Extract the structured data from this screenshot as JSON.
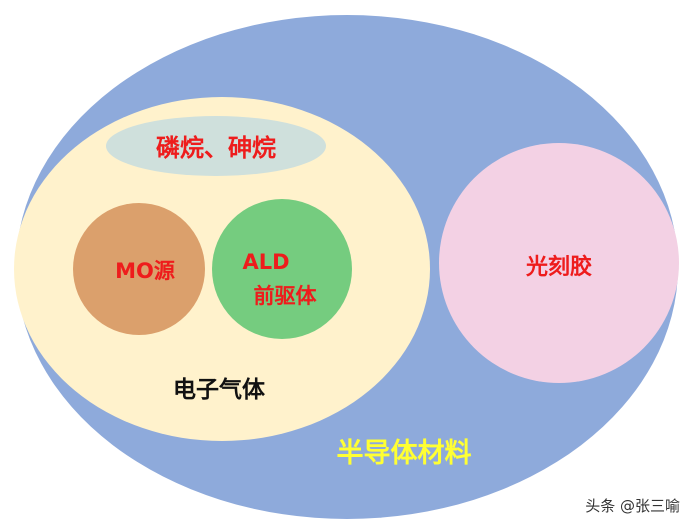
{
  "diagram": {
    "outer_label": "半导体材料",
    "gas_label": "电子气体",
    "phosphine_label": "磷烷、砷烷",
    "mo_label": "MO源",
    "ald_line1": "ALD",
    "ald_line2": "前驱体",
    "photoresist_label": "光刻胶"
  },
  "watermark": "头条 @张三喻",
  "colors": {
    "outer": "#8eaadb",
    "gas": "#fff2cc",
    "phosphine": "#cfe0dc",
    "mo": "#dba06c",
    "ald": "#75cc7f",
    "overlap": "#6fa65c",
    "photoresist": "#f3d1e4",
    "red_text": "#ee1c1c",
    "yellow_text": "#ffff33",
    "dark_text": "#111111"
  }
}
